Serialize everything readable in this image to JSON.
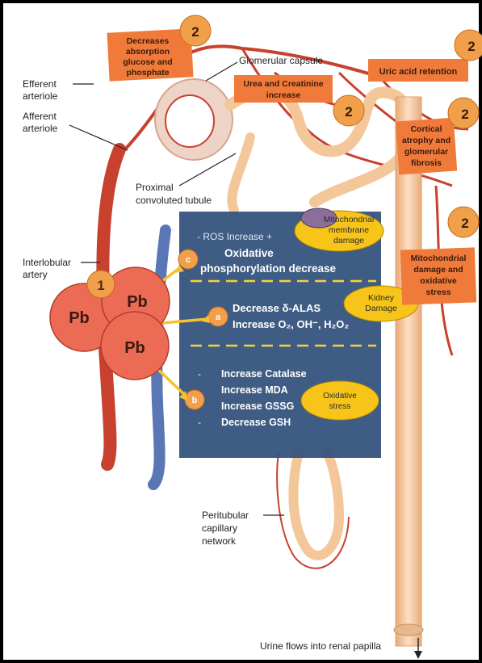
{
  "labels": {
    "efferent": [
      "Efferent",
      "arteriole"
    ],
    "afferent": [
      "Afferent",
      "arteriole"
    ],
    "glomerular_capsule": "Glomerular capsule",
    "proximal": [
      "Proximal",
      "convoluted tubule"
    ],
    "interlobular": [
      "Interlobular",
      "artery"
    ],
    "peritubular": [
      "Peritubular",
      "capillary",
      "network"
    ],
    "urine": "Urine flows into renal papilla"
  },
  "effects": {
    "absorption": [
      "Decreases",
      "absorption",
      "glucose and",
      "phosphate"
    ],
    "urea": [
      "Urea and Creatinine",
      "increase"
    ],
    "uric": "Uric acid retention",
    "cortical": [
      "Cortical",
      "atrophy and",
      "glomerular",
      "fibrosis"
    ],
    "mito_stress": [
      "Mitochondrial",
      "damage and",
      "oxidative",
      "stress"
    ],
    "badge": "2"
  },
  "mechanism": {
    "ros": "-  ROS Increase +",
    "oxidative_line1": "Oxidative",
    "oxidative_line2": "phosphorylation decrease",
    "alas": "Decrease δ-ALAS",
    "ros_species": "Increase O₂, OH⁻, H₂O₂",
    "markers": [
      "Increase Catalase",
      "Increase MDA",
      "Increase GSSG",
      "Decrease GSH"
    ],
    "bullet": "-",
    "step_a": "a",
    "step_b": "b",
    "step_c": "c"
  },
  "callouts": {
    "mito_membrane": [
      "Mitochondrial",
      "membrane",
      "damage"
    ],
    "kidney": [
      "Kidney",
      "Damage"
    ],
    "oxidative_stress": [
      "Oxidative",
      "stress"
    ]
  },
  "lead": {
    "symbol": "Pb",
    "entry_badge": "1"
  },
  "colors": {
    "orange_box": "#f07a3a",
    "badge": "#f0a04a",
    "yellow_callout": "#f7c51a",
    "panel": "#2f4f7a",
    "lead_circle": "#ec6b55",
    "vessel_red": "#c8412e",
    "vein_blue": "#5a77b5",
    "tubule": "#f3c79a"
  }
}
